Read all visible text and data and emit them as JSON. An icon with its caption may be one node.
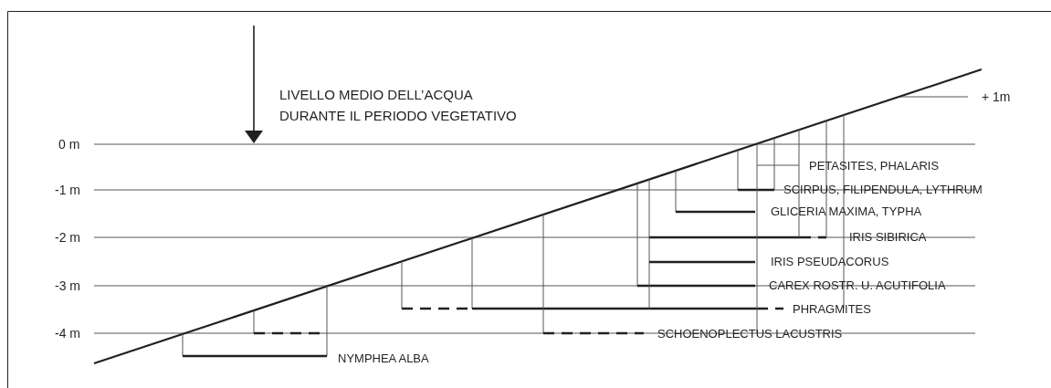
{
  "diagram": {
    "labels": [
      "LIVELLO MEDIO DELL’ACQUA DURANTE IL PERIODO VEGETATIVO",
      "+ 1m",
      "0 m",
      "PETASITES, PHALARIS",
      "-1 m",
      "SCIRPUS, FILIPENDULA, LYTHRUM",
      "GLICERIA MAXIMA, TYPHA",
      "-2 m",
      "IRIS SIBIRICA",
      "IRIS PSEUDACORUS",
      "-3 m",
      "CAREX ROSTR. U. ACUTIFOLIA",
      "PHRAGMITES",
      "-4 m",
      "SCHOENOPLECTUS LACUSTRIS",
      "NYMPHEA ALBA"
    ]
  }
}
